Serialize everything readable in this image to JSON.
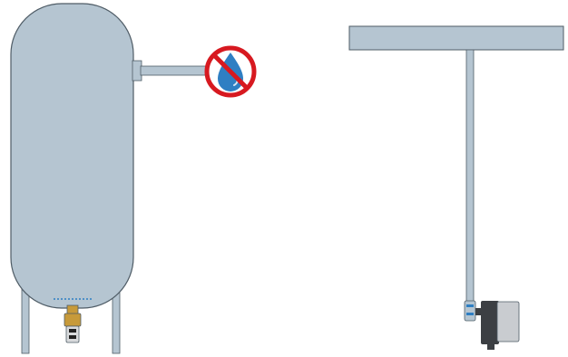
{
  "colors": {
    "steel": "#b5c5d1",
    "steel_dark": "#a3b4c1",
    "outline": "#4f5c66",
    "no_symbol_red": "#d71920",
    "water_blue": "#2f7fc3",
    "valve_brass": "#c79a3a",
    "drain_unit_gray": "#3c3f43",
    "drain_unit_light": "#c9ccd0",
    "background": "#ffffff"
  },
  "left_panel": {
    "tank": {
      "icon": "air-receiver-tank"
    },
    "outlet_pipe": {
      "icon": "outlet-pipe"
    },
    "warning": {
      "icon": "no-water-icon",
      "meaning": "no water"
    },
    "drain_valve": {
      "icon": "manual-drain-valve"
    },
    "legs": {
      "count": 2
    }
  },
  "right_panel": {
    "header_pipe": {
      "icon": "horizontal-header-pipe"
    },
    "drop_leg": {
      "icon": "vertical-drop-pipe"
    },
    "drain_unit": {
      "icon": "electronic-drain-unit"
    }
  }
}
